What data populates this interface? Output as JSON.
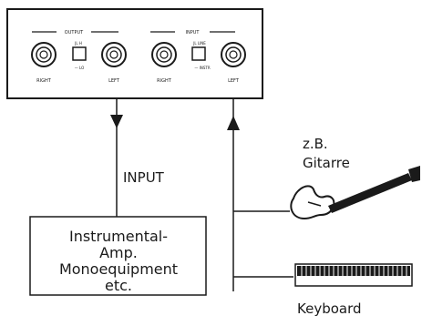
{
  "panel": {
    "output_group_label": "OUTPUT",
    "input_group_label": "INPUT",
    "output_switch_label_top": "JL H",
    "output_switch_label_bottom": "— LO",
    "input_switch_label_top": "JL LINE",
    "input_switch_label_bottom": "— INSTR",
    "output_right_label": "RIGHT",
    "output_left_label": "LEFT",
    "input_right_label": "RIGHT",
    "input_left_label": "LEFT"
  },
  "amp": {
    "input_label": "INPUT",
    "lines": [
      "Instrumental-",
      "Amp.",
      "Monoequipment",
      "etc."
    ]
  },
  "sources": {
    "guitar_line1": "z.B.",
    "guitar_line2": "Gitarre",
    "keyboard_label": "Keyboard"
  },
  "colors": {
    "ink": "#1a1a1a",
    "background": "#ffffff"
  }
}
